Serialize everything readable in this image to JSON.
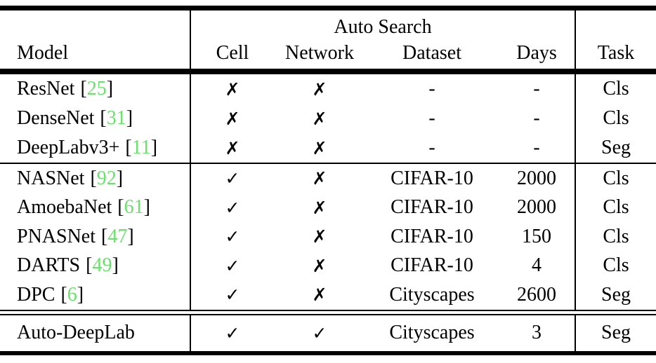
{
  "table": {
    "group_header": "Auto Search",
    "columns": {
      "model": "Model",
      "cell": "Cell",
      "network": "Network",
      "dataset": "Dataset",
      "days": "Days",
      "task": "Task"
    },
    "punctuation": {
      "open": "[",
      "close": "]"
    },
    "rows": [
      {
        "model": "ResNet",
        "cite": "25",
        "cell": "✗",
        "network": "✗",
        "dataset": "-",
        "days": "-",
        "task": "Cls"
      },
      {
        "model": "DenseNet",
        "cite": "31",
        "cell": "✗",
        "network": "✗",
        "dataset": "-",
        "days": "-",
        "task": "Cls"
      },
      {
        "model": "DeepLabv3+",
        "cite": "11",
        "cell": "✗",
        "network": "✗",
        "dataset": "-",
        "days": "-",
        "task": "Seg"
      },
      {
        "model": "NASNet",
        "cite": "92",
        "cell": "✓",
        "network": "✗",
        "dataset": "CIFAR-10",
        "days": "2000",
        "task": "Cls"
      },
      {
        "model": "AmoebaNet",
        "cite": "61",
        "cell": "✓",
        "network": "✗",
        "dataset": "CIFAR-10",
        "days": "2000",
        "task": "Cls"
      },
      {
        "model": "PNASNet",
        "cite": "47",
        "cell": "✓",
        "network": "✗",
        "dataset": "CIFAR-10",
        "days": "150",
        "task": "Cls"
      },
      {
        "model": "DARTS",
        "cite": "49",
        "cell": "✓",
        "network": "✗",
        "dataset": "CIFAR-10",
        "days": "4",
        "task": "Cls"
      },
      {
        "model": "DPC",
        "cite": "6",
        "cell": "✓",
        "network": "✗",
        "dataset": "Cityscapes",
        "days": "2600",
        "task": "Seg"
      },
      {
        "model": "Auto-DeepLab",
        "cell": "✓",
        "network": "✓",
        "dataset": "Cityscapes",
        "days": "3",
        "task": "Seg"
      }
    ]
  },
  "colors": {
    "citation_green": "#6be16b",
    "text": "#000000",
    "background": "#ffffff",
    "rule": "#000000"
  }
}
